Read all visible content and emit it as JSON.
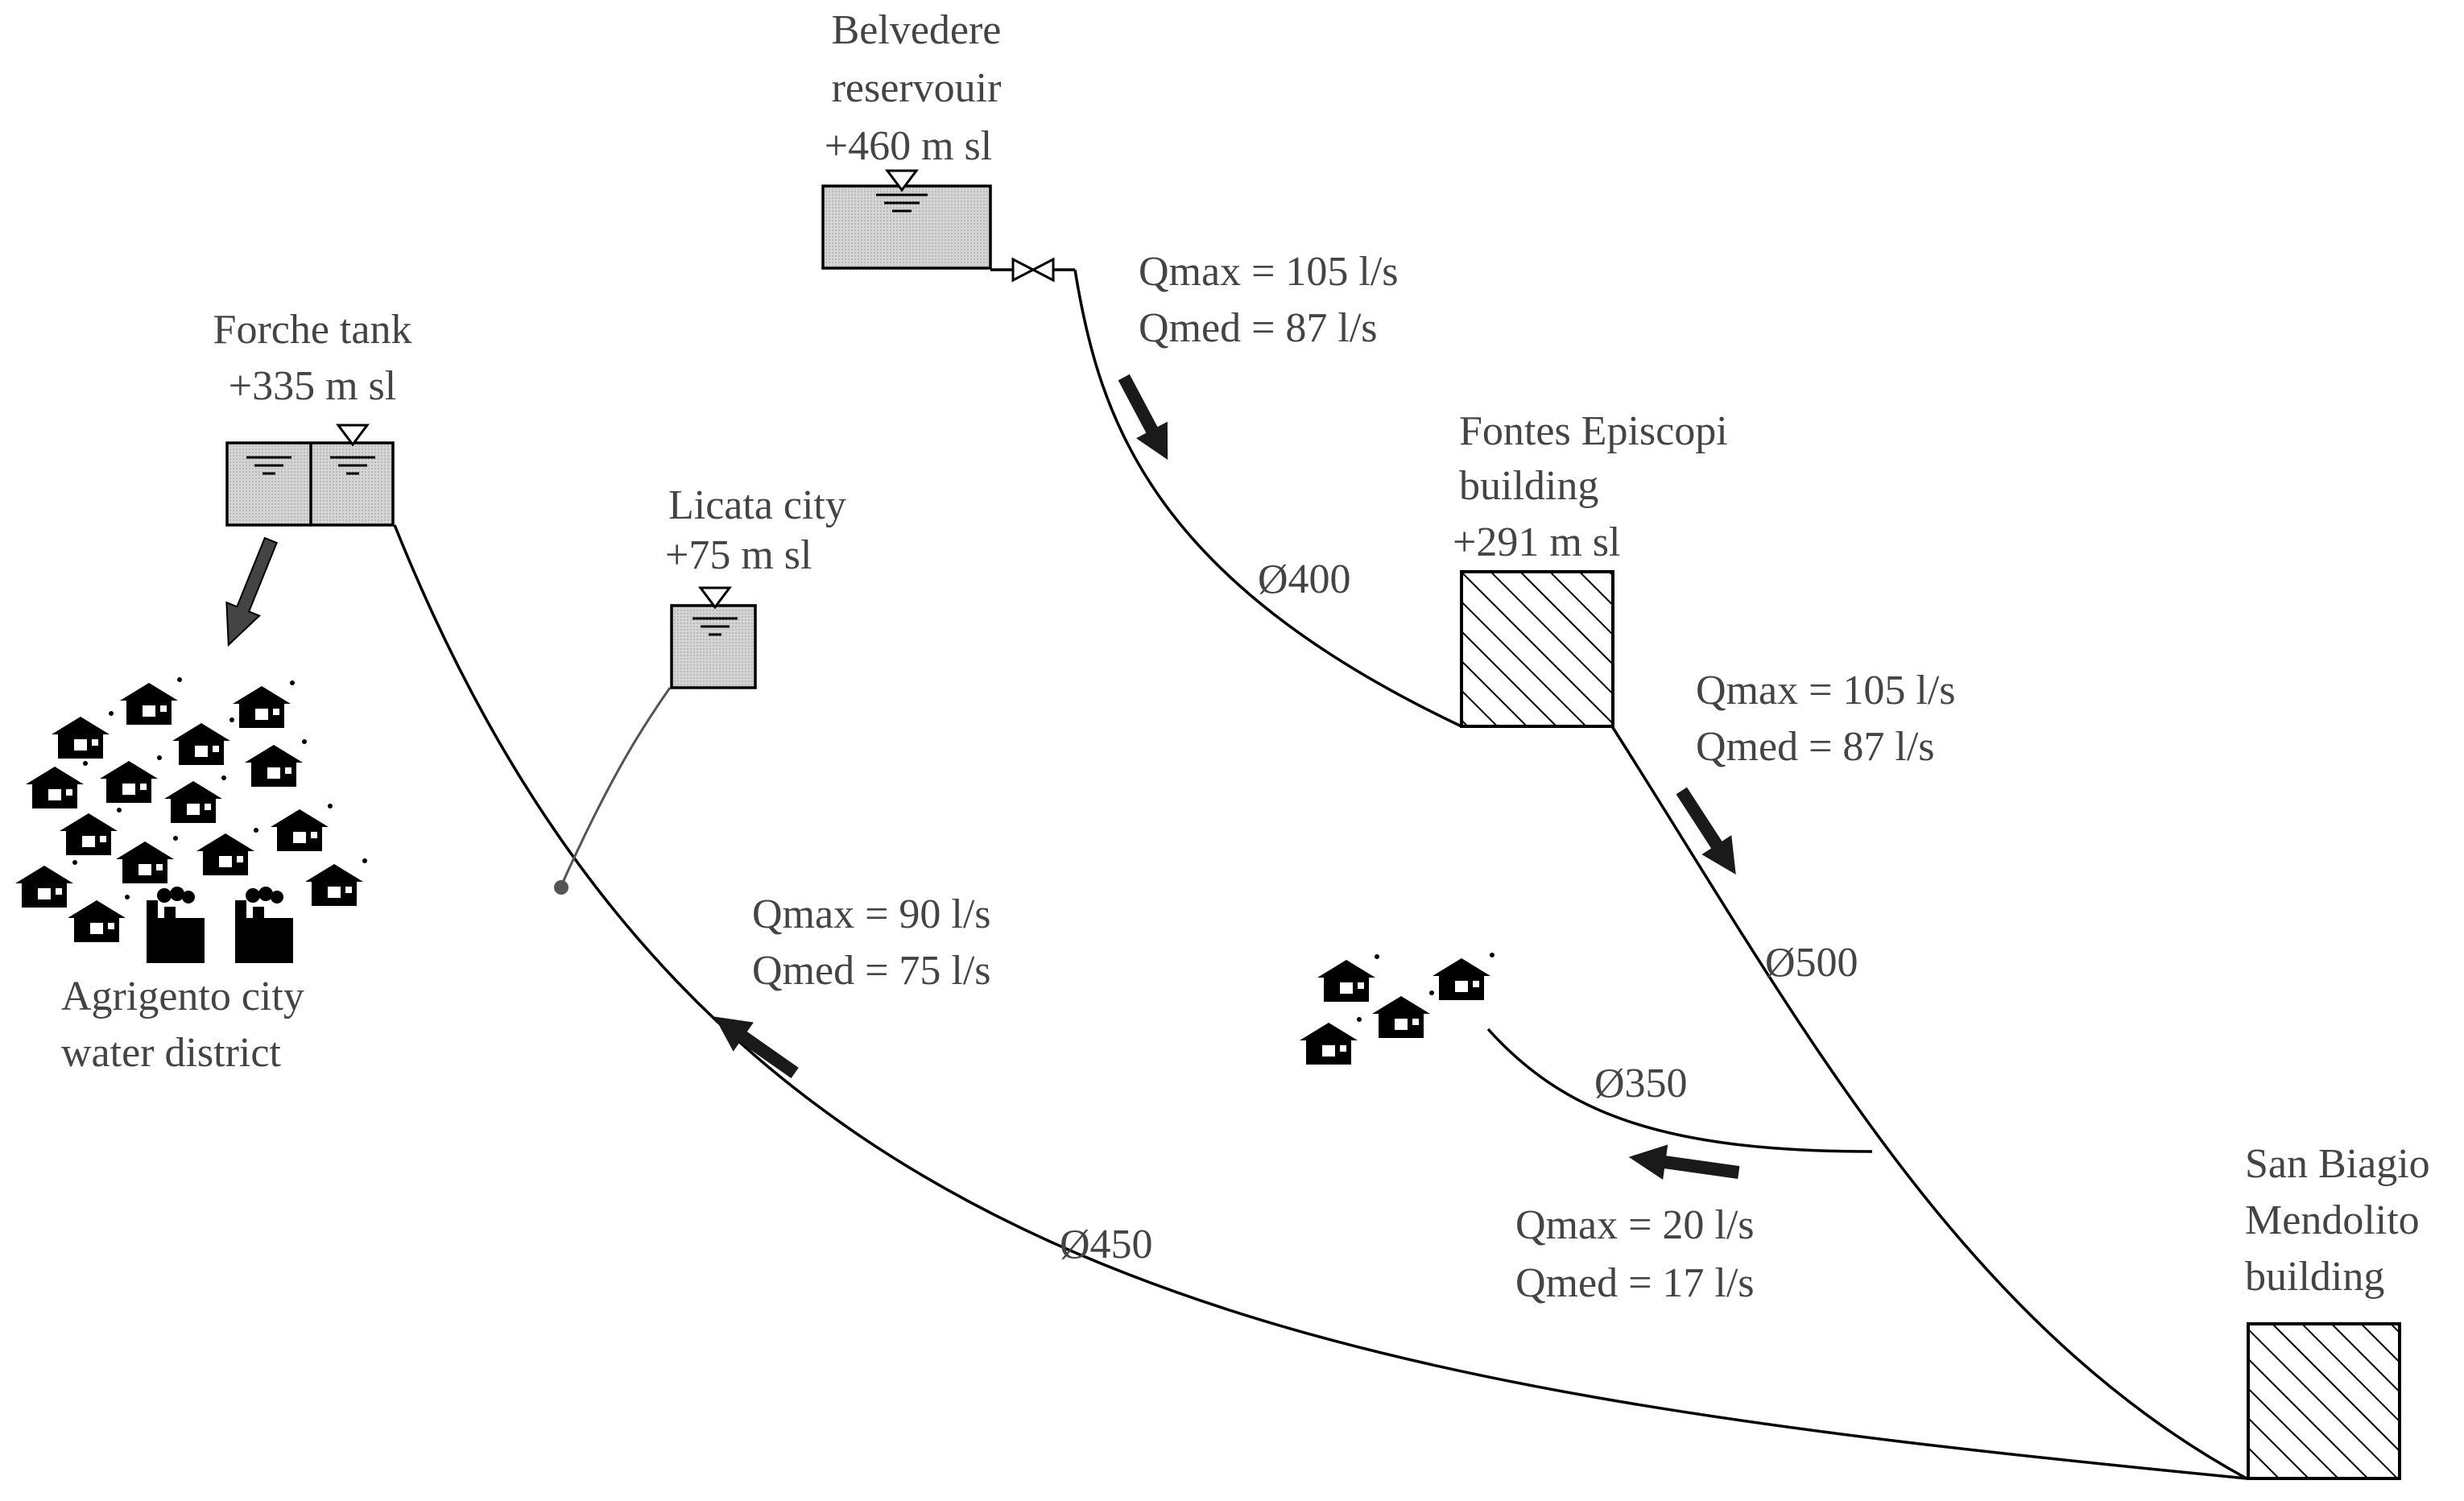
{
  "nodes": {
    "belvedere": {
      "line1": "Belvedere",
      "line2": "reservouir",
      "line3": "+460 m sl"
    },
    "forche": {
      "line1": "Forche tank",
      "line2": "+335 m sl"
    },
    "licata": {
      "line1": "Licata city",
      "line2": "+75 m sl"
    },
    "fontes": {
      "line1": "Fontes Episcopi",
      "line2": "building",
      "line3": "+291 m sl"
    },
    "san_biagio": {
      "line1": "San Biagio",
      "line2": "Mendolito",
      "line3": "building"
    },
    "agrigento": {
      "line1": "Agrigento city",
      "line2": "water district"
    }
  },
  "pipes": {
    "d400": "Ø400",
    "d500": "Ø500",
    "d350": "Ø350",
    "d450": "Ø450"
  },
  "flows": {
    "belvedere_fontes": {
      "qmax": "Qmax = 105 l/s",
      "qmed": "Qmed = 87 l/s"
    },
    "fontes_sanbiagio": {
      "qmax": "Qmax = 105 l/s",
      "qmed": "Qmed = 87 l/s"
    },
    "sanbiagio_forche": {
      "qmax": "Qmax = 90 l/s",
      "qmed": "Qmed = 75 l/s"
    },
    "branch_village": {
      "qmax": "Qmax = 20 l/s",
      "qmed": "Qmed = 17 l/s"
    }
  },
  "colors": {
    "water": "#cfcfcf",
    "line": "#000000",
    "text": "#444444"
  },
  "icons": {
    "house": "house-icon",
    "factory": "factory-icon",
    "tank": "tank-icon",
    "building": "hatched-building-icon",
    "valve": "valve-icon",
    "arrow": "flow-arrow-icon"
  }
}
